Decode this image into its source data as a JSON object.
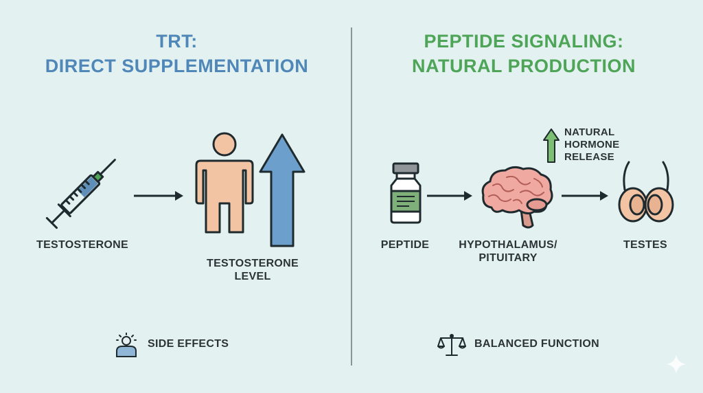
{
  "left": {
    "title_line1": "TRT:",
    "title_line2": "DIRECT SUPPLEMENTATION",
    "syringe_label": "TESTOSTERONE",
    "level_label_line1": "TESTOSTERONE",
    "level_label_line2": "LEVEL",
    "footer": "SIDE EFFECTS"
  },
  "right": {
    "title_line1": "PEPTIDE SIGNALING:",
    "title_line2": "NATURAL PRODUCTION",
    "peptide_label": "PEPTIDE",
    "brain_label_line1": "HYPOTHALAMUS/",
    "brain_label_line2": "PITUITARY",
    "testes_label": "TESTES",
    "release_line1": "NATURAL",
    "release_line2": "HORMONE",
    "release_line3": "RELEASE",
    "footer": "BALANCED FUNCTION"
  },
  "colors": {
    "left_accent": "#4f87b8",
    "right_accent": "#4ea457",
    "skin": "#f2c4a4",
    "up_arrow": "#6c9fcb"
  }
}
